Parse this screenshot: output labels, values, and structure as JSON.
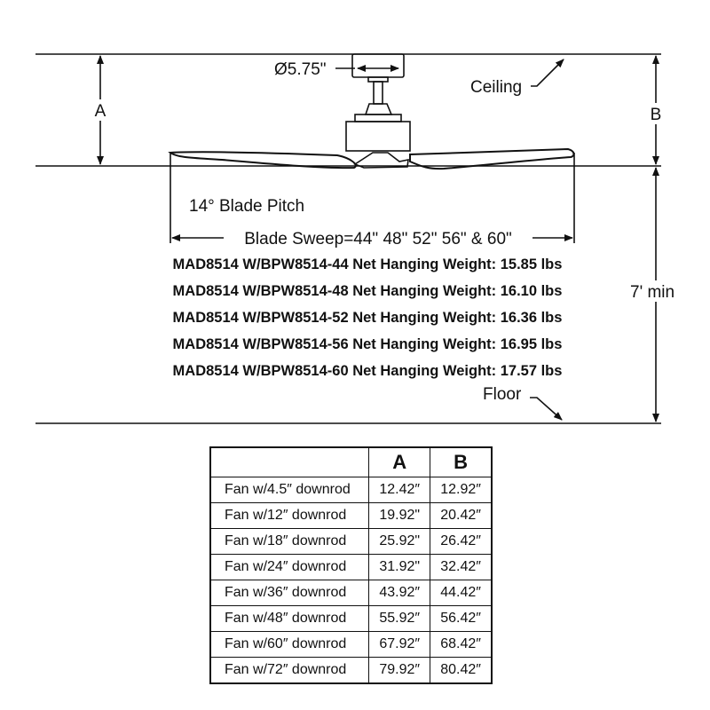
{
  "diagram": {
    "canopy_diameter": "Ø5.75\"",
    "ceiling_label": "Ceiling",
    "floor_label": "Floor",
    "dim_a": "A",
    "dim_b": "B",
    "min_height": "7' min",
    "blade_pitch": "14° Blade Pitch",
    "blade_sweep": "Blade Sweep=44\" 48\" 52\" 56\" & 60\"",
    "weights": [
      "MAD8514 W/BPW8514-44 Net Hanging Weight: 15.85 lbs",
      "MAD8514 W/BPW8514-48 Net Hanging Weight: 16.10 lbs",
      "MAD8514 W/BPW8514-52 Net Hanging Weight: 16.36 lbs",
      "MAD8514 W/BPW8514-56 Net Hanging Weight: 16.95 lbs",
      "MAD8514 W/BPW8514-60 Net Hanging Weight: 17.57 lbs"
    ]
  },
  "table": {
    "headers": [
      "",
      "A",
      "B"
    ],
    "rows": [
      [
        "Fan w/4.5″ downrod",
        "12.42″",
        "12.92″"
      ],
      [
        "Fan w/12″ downrod",
        "19.92\"",
        "20.42″"
      ],
      [
        "Fan w/18″ downrod",
        "25.92\"",
        "26.42″"
      ],
      [
        "Fan w/24″ downrod",
        "31.92\"",
        "32.42″"
      ],
      [
        "Fan w/36″ downrod",
        "43.92″",
        "44.42″"
      ],
      [
        "Fan w/48″ downrod",
        "55.92″",
        "56.42″"
      ],
      [
        "Fan w/60″ downrod",
        "67.92″",
        "68.42″"
      ],
      [
        "Fan w/72″ downrod",
        "79.92″",
        "80.42″"
      ]
    ]
  }
}
